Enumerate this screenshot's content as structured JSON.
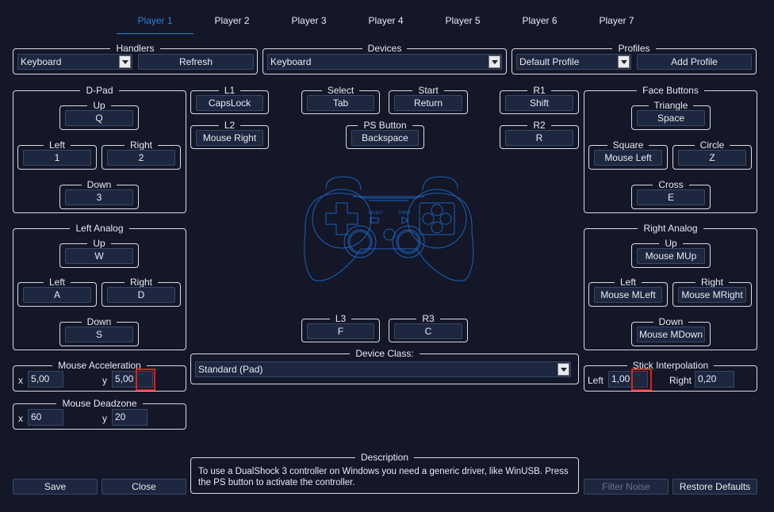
{
  "tabs": [
    "Player 1",
    "Player 2",
    "Player 3",
    "Player 4",
    "Player 5",
    "Player 6",
    "Player 7"
  ],
  "handlers": {
    "title": "Handlers",
    "value": "Keyboard",
    "refresh": "Refresh"
  },
  "devices": {
    "title": "Devices",
    "value": "Keyboard"
  },
  "profiles": {
    "title": "Profiles",
    "value": "Default Profile",
    "add": "Add Profile"
  },
  "dpad": {
    "title": "D-Pad",
    "up": {
      "label": "Up",
      "value": "Q"
    },
    "left": {
      "label": "Left",
      "value": "1"
    },
    "right": {
      "label": "Right",
      "value": "2"
    },
    "down": {
      "label": "Down",
      "value": "3"
    }
  },
  "l1": {
    "label": "L1",
    "value": "CapsLock"
  },
  "l2": {
    "label": "L2",
    "value": "Mouse Right"
  },
  "select": {
    "label": "Select",
    "value": "Tab"
  },
  "start": {
    "label": "Start",
    "value": "Return"
  },
  "ps": {
    "label": "PS Button",
    "value": "Backspace"
  },
  "r1": {
    "label": "R1",
    "value": "Shift"
  },
  "r2": {
    "label": "R2",
    "value": "R"
  },
  "face": {
    "title": "Face Buttons",
    "triangle": {
      "label": "Triangle",
      "value": "Space"
    },
    "square": {
      "label": "Square",
      "value": "Mouse Left"
    },
    "circle": {
      "label": "Circle",
      "value": "Z"
    },
    "cross": {
      "label": "Cross",
      "value": "E"
    }
  },
  "left_analog": {
    "title": "Left Analog",
    "up": {
      "label": "Up",
      "value": "W"
    },
    "left": {
      "label": "Left",
      "value": "A"
    },
    "right": {
      "label": "Right",
      "value": "D"
    },
    "down": {
      "label": "Down",
      "value": "S"
    }
  },
  "right_analog": {
    "title": "Right Analog",
    "up": {
      "label": "Up",
      "value": "Mouse MUp"
    },
    "left": {
      "label": "Left",
      "value": "Mouse MLeft"
    },
    "right": {
      "label": "Right",
      "value": "Mouse MRight"
    },
    "down": {
      "label": "Down",
      "value": "Mouse MDown"
    }
  },
  "l3": {
    "label": "L3",
    "value": "F"
  },
  "r3": {
    "label": "R3",
    "value": "C"
  },
  "device_class": {
    "title": "Device Class:",
    "value": "Standard (Pad)"
  },
  "controller_labels": {
    "select": "SELECT",
    "start": "START"
  },
  "mouse_accel": {
    "title": "Mouse Acceleration",
    "x_label": "x",
    "x": "5,00",
    "y_label": "y",
    "y": "5,00"
  },
  "mouse_deadzone": {
    "title": "Mouse Deadzone",
    "x_label": "x",
    "x": "60",
    "y_label": "y",
    "y": "20"
  },
  "stick_interp": {
    "title": "Stick Interpolation",
    "left_label": "Left",
    "left": "1,00",
    "right_label": "Right",
    "right": "0,20"
  },
  "description": {
    "title": "Description",
    "text": "To use a DualShock 3 controller on Windows you need a generic driver, like WinUSB. Press the PS button to activate the controller."
  },
  "buttons": {
    "save": "Save",
    "close": "Close",
    "filter_noise": "Filter Noise",
    "restore": "Restore Defaults"
  },
  "colors": {
    "background": "#131728",
    "accent": "#2a7fd6",
    "highlight": "#e0201c"
  }
}
